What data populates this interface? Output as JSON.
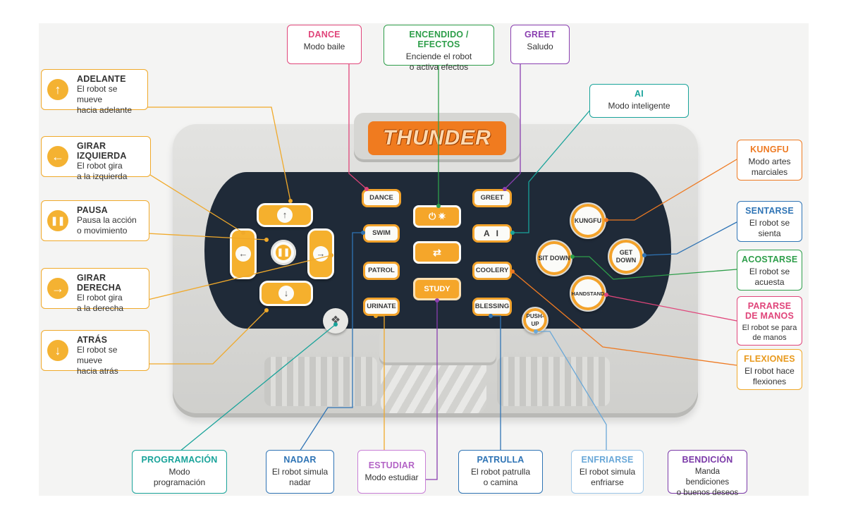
{
  "device": {
    "logo_text": "THUNDER",
    "buttons": {
      "dance": "DANCE",
      "swim": "SWIM",
      "patrol": "PATROL",
      "urinate": "URINATE",
      "power_icon": "⏻ ✷",
      "effects_icon": "⇄",
      "study": "STUDY",
      "greet": "GREET",
      "ai": "A I",
      "coolery": "COOLERY",
      "blessing": "BLESSING",
      "push_up": "PUSH-UP",
      "kungfu": "KUNGFU",
      "sit_down": "SIT DOWN",
      "get_down": "GET DOWN",
      "handstand": "HANDSTAND",
      "programming_icon": "❖",
      "up_icon": "↑",
      "down_icon": "↓",
      "left_icon": "←",
      "right_icon": "→",
      "pause_icon": "❚❚"
    }
  },
  "callouts": {
    "adelante": {
      "title": "ADELANTE",
      "desc": "El robot se mueve\nhacia adelante",
      "icon": "up-arrow-icon",
      "glyph": "↑"
    },
    "girar_izquierda": {
      "title": "GIRAR IZQUIERDA",
      "desc": "El robot gira\na la izquierda",
      "icon": "left-arrow-icon",
      "glyph": "←"
    },
    "pausa": {
      "title": "PAUSA",
      "desc": "Pausa la acción\no movimiento",
      "icon": "pause-icon",
      "glyph": "❚❚"
    },
    "girar_derecha": {
      "title": "GIRAR DERECHA",
      "desc": "El robot gira\na la derecha",
      "icon": "right-arrow-icon",
      "glyph": "→"
    },
    "atras": {
      "title": "ATRÁS",
      "desc": "El robot se mueve\nhacia atrás",
      "icon": "down-arrow-icon",
      "glyph": "↓"
    },
    "dance": {
      "title": "DANCE",
      "desc": "Modo baile"
    },
    "encendido": {
      "title": "ENCENDIDO / EFECTOS",
      "desc": "Enciende el robot\no activa efectos"
    },
    "greet": {
      "title": "GREET",
      "desc": "Saludo"
    },
    "ai": {
      "title": "AI",
      "desc": "Modo inteligente"
    },
    "kungfu": {
      "title": "KUNGFU",
      "desc": "Modo artes\nmarciales"
    },
    "sentarse": {
      "title": "SENTARSE",
      "desc": "El robot se\nsienta"
    },
    "acostarse": {
      "title": "ACOSTARSE",
      "desc": "El robot se\nacuesta"
    },
    "pararse": {
      "title": "PARARSE\nDE MANOS",
      "desc": "El robot se para\nde manos"
    },
    "flexiones": {
      "title": "FLEXIONES",
      "desc": "El robot hace\nflexiones"
    },
    "programacion": {
      "title": "PROGRAMACIÓN",
      "desc": "Modo\nprogramación"
    },
    "nadar": {
      "title": "NADAR",
      "desc": "El robot simula\nnadar"
    },
    "estudiar": {
      "title": "ESTUDIAR",
      "desc": "Modo estudiar"
    },
    "patrulla": {
      "title": "PATRULLA",
      "desc": "El robot patrulla\no camina"
    },
    "enfriarse": {
      "title": "ENFRIARSE",
      "desc": "El robot simula\nenfriarse"
    },
    "bendicion": {
      "title": "BENDICIÓN",
      "desc": "Manda bendiciones\no buenos deseos"
    }
  },
  "colors": {
    "orange": "#f0a92a",
    "pink": "#e0457a",
    "green": "#2e9e4a",
    "purple": "#8a3fb0",
    "teal": "#19a39a",
    "dark_orange": "#ee7a22",
    "blue": "#2f74b5",
    "light_blue": "#6aa8d8",
    "violet": "#7b3aa8",
    "panel": "#1f2a38"
  }
}
